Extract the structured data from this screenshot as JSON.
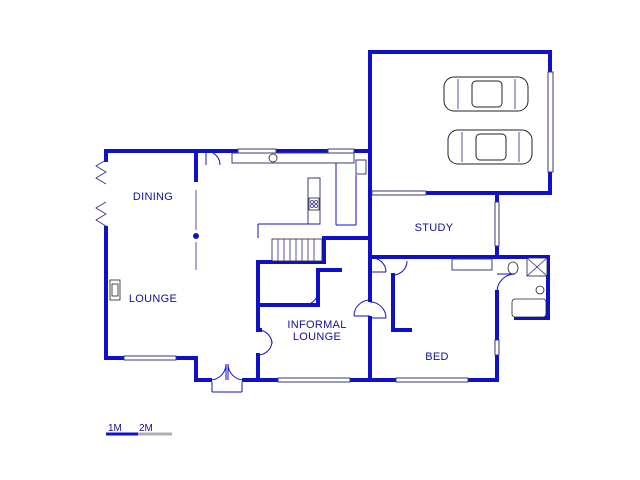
{
  "rooms": {
    "dining": "DINING",
    "lounge": "LOUNGE",
    "study": "STUDY",
    "informal_lounge_line1": "INFORMAL",
    "informal_lounge_line2": "LOUNGE",
    "bed": "BED"
  },
  "scale": {
    "label_1": "1M",
    "label_2": "2M"
  },
  "colors": {
    "wall": "#1010c8",
    "label": "#1010a0"
  }
}
